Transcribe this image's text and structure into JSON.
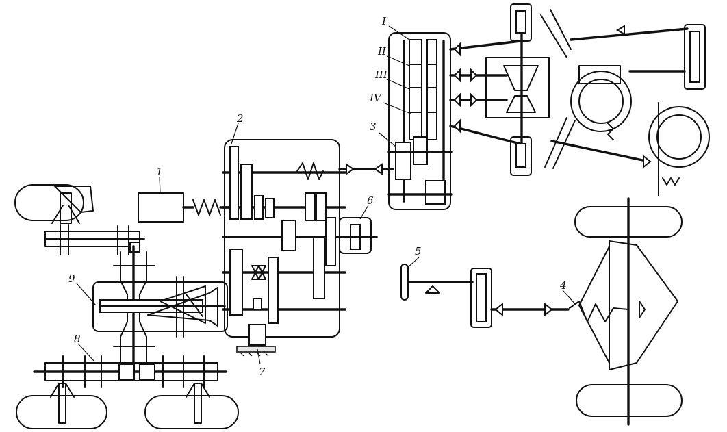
{
  "figure": {
    "callouts": {
      "c1": "1",
      "c2": "2",
      "c3": "3",
      "c4": "4",
      "c5": "5",
      "c6": "6",
      "c7": "7",
      "c8": "8",
      "c9": "9"
    },
    "gear_stages": {
      "g1": "I",
      "g2": "II",
      "g3": "III",
      "g4": "IV"
    }
  }
}
